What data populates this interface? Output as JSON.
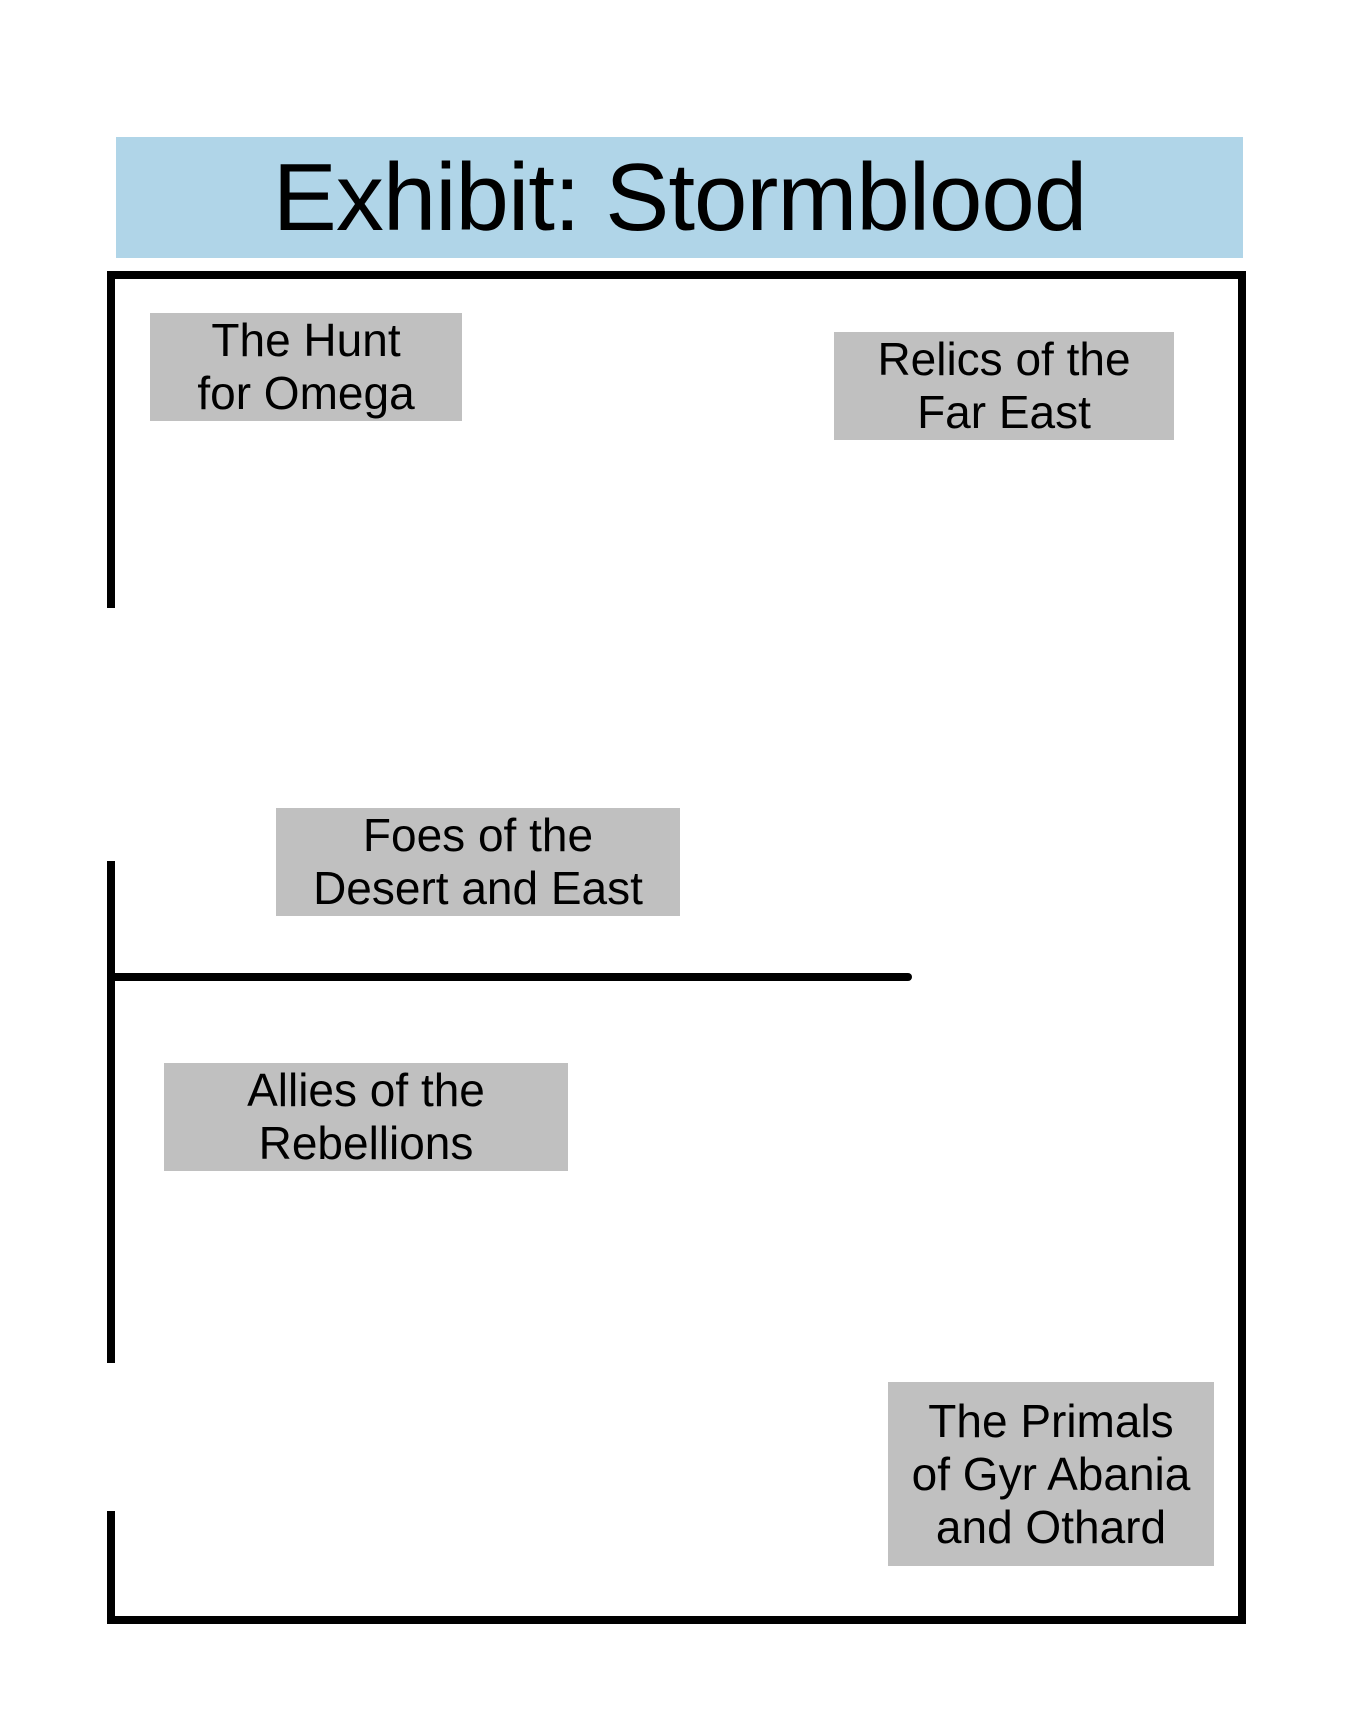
{
  "title": "Exhibit: Stormblood",
  "colors": {
    "title_background": "#b0d5e8",
    "label_background": "#c0c0c0",
    "wall": "#000000"
  },
  "exhibits": [
    {
      "name": "The Hunt for Omega",
      "lines": [
        "The Hunt",
        "for Omega"
      ]
    },
    {
      "name": "Relics of the Far East",
      "lines": [
        "Relics of the",
        "Far East"
      ]
    },
    {
      "name": "Foes of the Desert and East",
      "lines": [
        "Foes of the",
        "Desert and East"
      ]
    },
    {
      "name": "Allies of the Rebellions",
      "lines": [
        "Allies of the",
        "Rebellions"
      ]
    },
    {
      "name": "The Primals of Gyr Abania and Othard",
      "lines": [
        "The Primals",
        "of Gyr Abania",
        "and Othard"
      ]
    }
  ]
}
